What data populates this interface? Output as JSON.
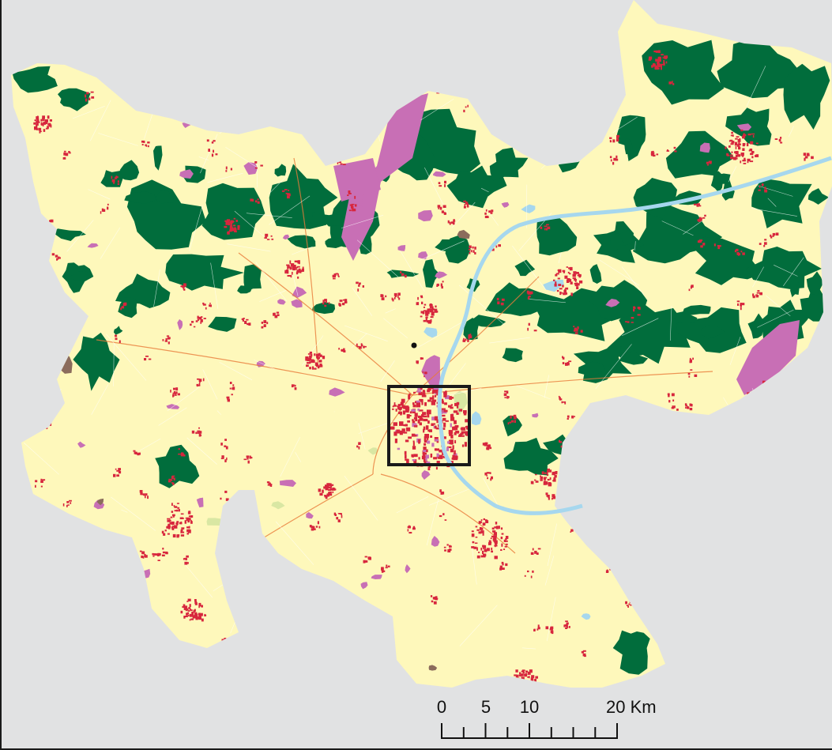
{
  "map": {
    "colors": {
      "background": "#e1e2e3",
      "agricultural": "#fef8bb",
      "forest": "#016d3c",
      "urban": "#d7263d",
      "industrial": "#c86fb5",
      "water": "#a6d7ee",
      "mine": "#8b6c5c",
      "grassland": "#d9e7a3",
      "roads": "#e87b3a",
      "study_area_box": "#1a1a1a"
    },
    "scale_bar": {
      "labels": [
        "0",
        "5",
        "10",
        "20 Km"
      ],
      "ticks_km": [
        0,
        2.5,
        5,
        7.5,
        10,
        12.5,
        15,
        17.5,
        20
      ]
    }
  }
}
